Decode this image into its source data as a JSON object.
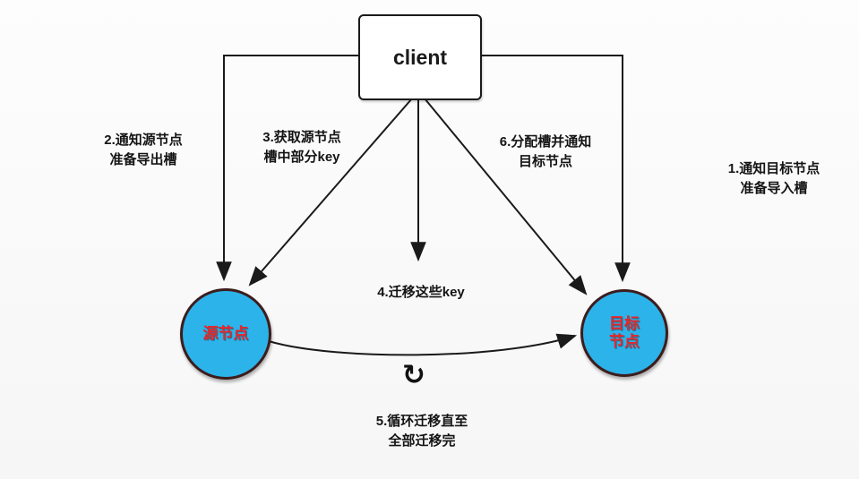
{
  "diagram": {
    "client_label": "client",
    "source_node_label": "源节点",
    "target_node_label": "目标\n节点",
    "node_fill_color": "#2BB3EA",
    "node_text_color": "#E8262B",
    "arrow_color": "#1A1A1A",
    "labels": {
      "step1": "1.通知目标节点\n准备导入槽",
      "step2": "2.通知源节点\n准备导出槽",
      "step3": "3.获取源节点\n槽中部分key",
      "step4": "4.迁移这些key",
      "step5": "5.循环迁移直至\n全部迁移完",
      "step6": "6.分配槽并通知\n目标节点"
    },
    "refresh_icon": "↻"
  }
}
